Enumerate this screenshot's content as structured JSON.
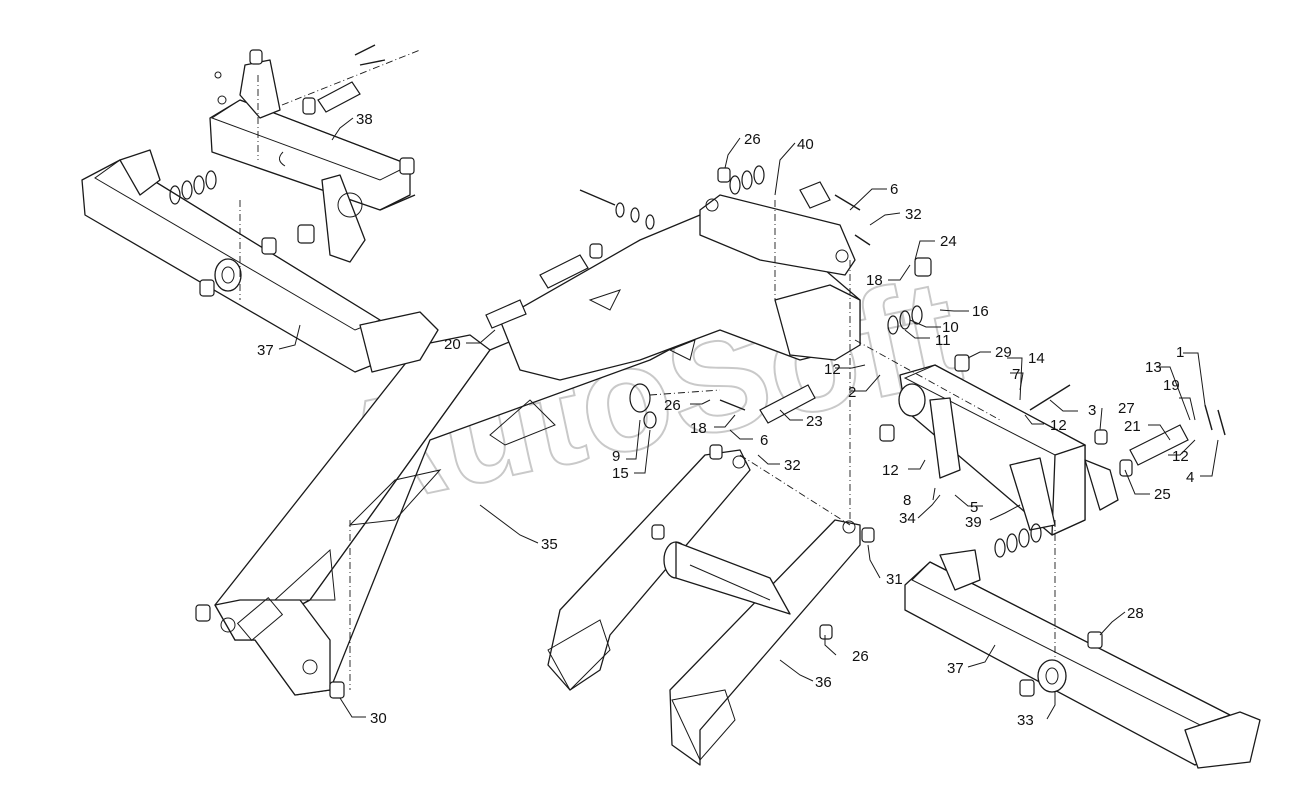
{
  "watermark": "AutoSoft",
  "callouts": [
    {
      "id": "c1",
      "label": "1"
    },
    {
      "id": "c2",
      "label": "2"
    },
    {
      "id": "c3",
      "label": "3"
    },
    {
      "id": "c4",
      "label": "4"
    },
    {
      "id": "c5",
      "label": "5"
    },
    {
      "id": "c6a",
      "label": "6"
    },
    {
      "id": "c6b",
      "label": "6"
    },
    {
      "id": "c7",
      "label": "7"
    },
    {
      "id": "c8",
      "label": "8"
    },
    {
      "id": "c9",
      "label": "9"
    },
    {
      "id": "c10",
      "label": "10"
    },
    {
      "id": "c11",
      "label": "11"
    },
    {
      "id": "c12a",
      "label": "12"
    },
    {
      "id": "c12b",
      "label": "12"
    },
    {
      "id": "c12c",
      "label": "12"
    },
    {
      "id": "c12d",
      "label": "12"
    },
    {
      "id": "c13",
      "label": "13"
    },
    {
      "id": "c14",
      "label": "14"
    },
    {
      "id": "c15",
      "label": "15"
    },
    {
      "id": "c16",
      "label": "16"
    },
    {
      "id": "c18a",
      "label": "18"
    },
    {
      "id": "c18b",
      "label": "18"
    },
    {
      "id": "c19",
      "label": "19"
    },
    {
      "id": "c20",
      "label": "20"
    },
    {
      "id": "c21",
      "label": "21"
    },
    {
      "id": "c23",
      "label": "23"
    },
    {
      "id": "c24",
      "label": "24"
    },
    {
      "id": "c25",
      "label": "25"
    },
    {
      "id": "c26a",
      "label": "26"
    },
    {
      "id": "c26b",
      "label": "26"
    },
    {
      "id": "c26c",
      "label": "26"
    },
    {
      "id": "c27",
      "label": "27"
    },
    {
      "id": "c28",
      "label": "28"
    },
    {
      "id": "c29",
      "label": "29"
    },
    {
      "id": "c30",
      "label": "30"
    },
    {
      "id": "c31",
      "label": "31"
    },
    {
      "id": "c32a",
      "label": "32"
    },
    {
      "id": "c32b",
      "label": "32"
    },
    {
      "id": "c33",
      "label": "33"
    },
    {
      "id": "c34",
      "label": "34"
    },
    {
      "id": "c35",
      "label": "35"
    },
    {
      "id": "c36",
      "label": "36"
    },
    {
      "id": "c37a",
      "label": "37"
    },
    {
      "id": "c37b",
      "label": "37"
    },
    {
      "id": "c38",
      "label": "38"
    },
    {
      "id": "c39",
      "label": "39"
    },
    {
      "id": "c40",
      "label": "40"
    }
  ]
}
